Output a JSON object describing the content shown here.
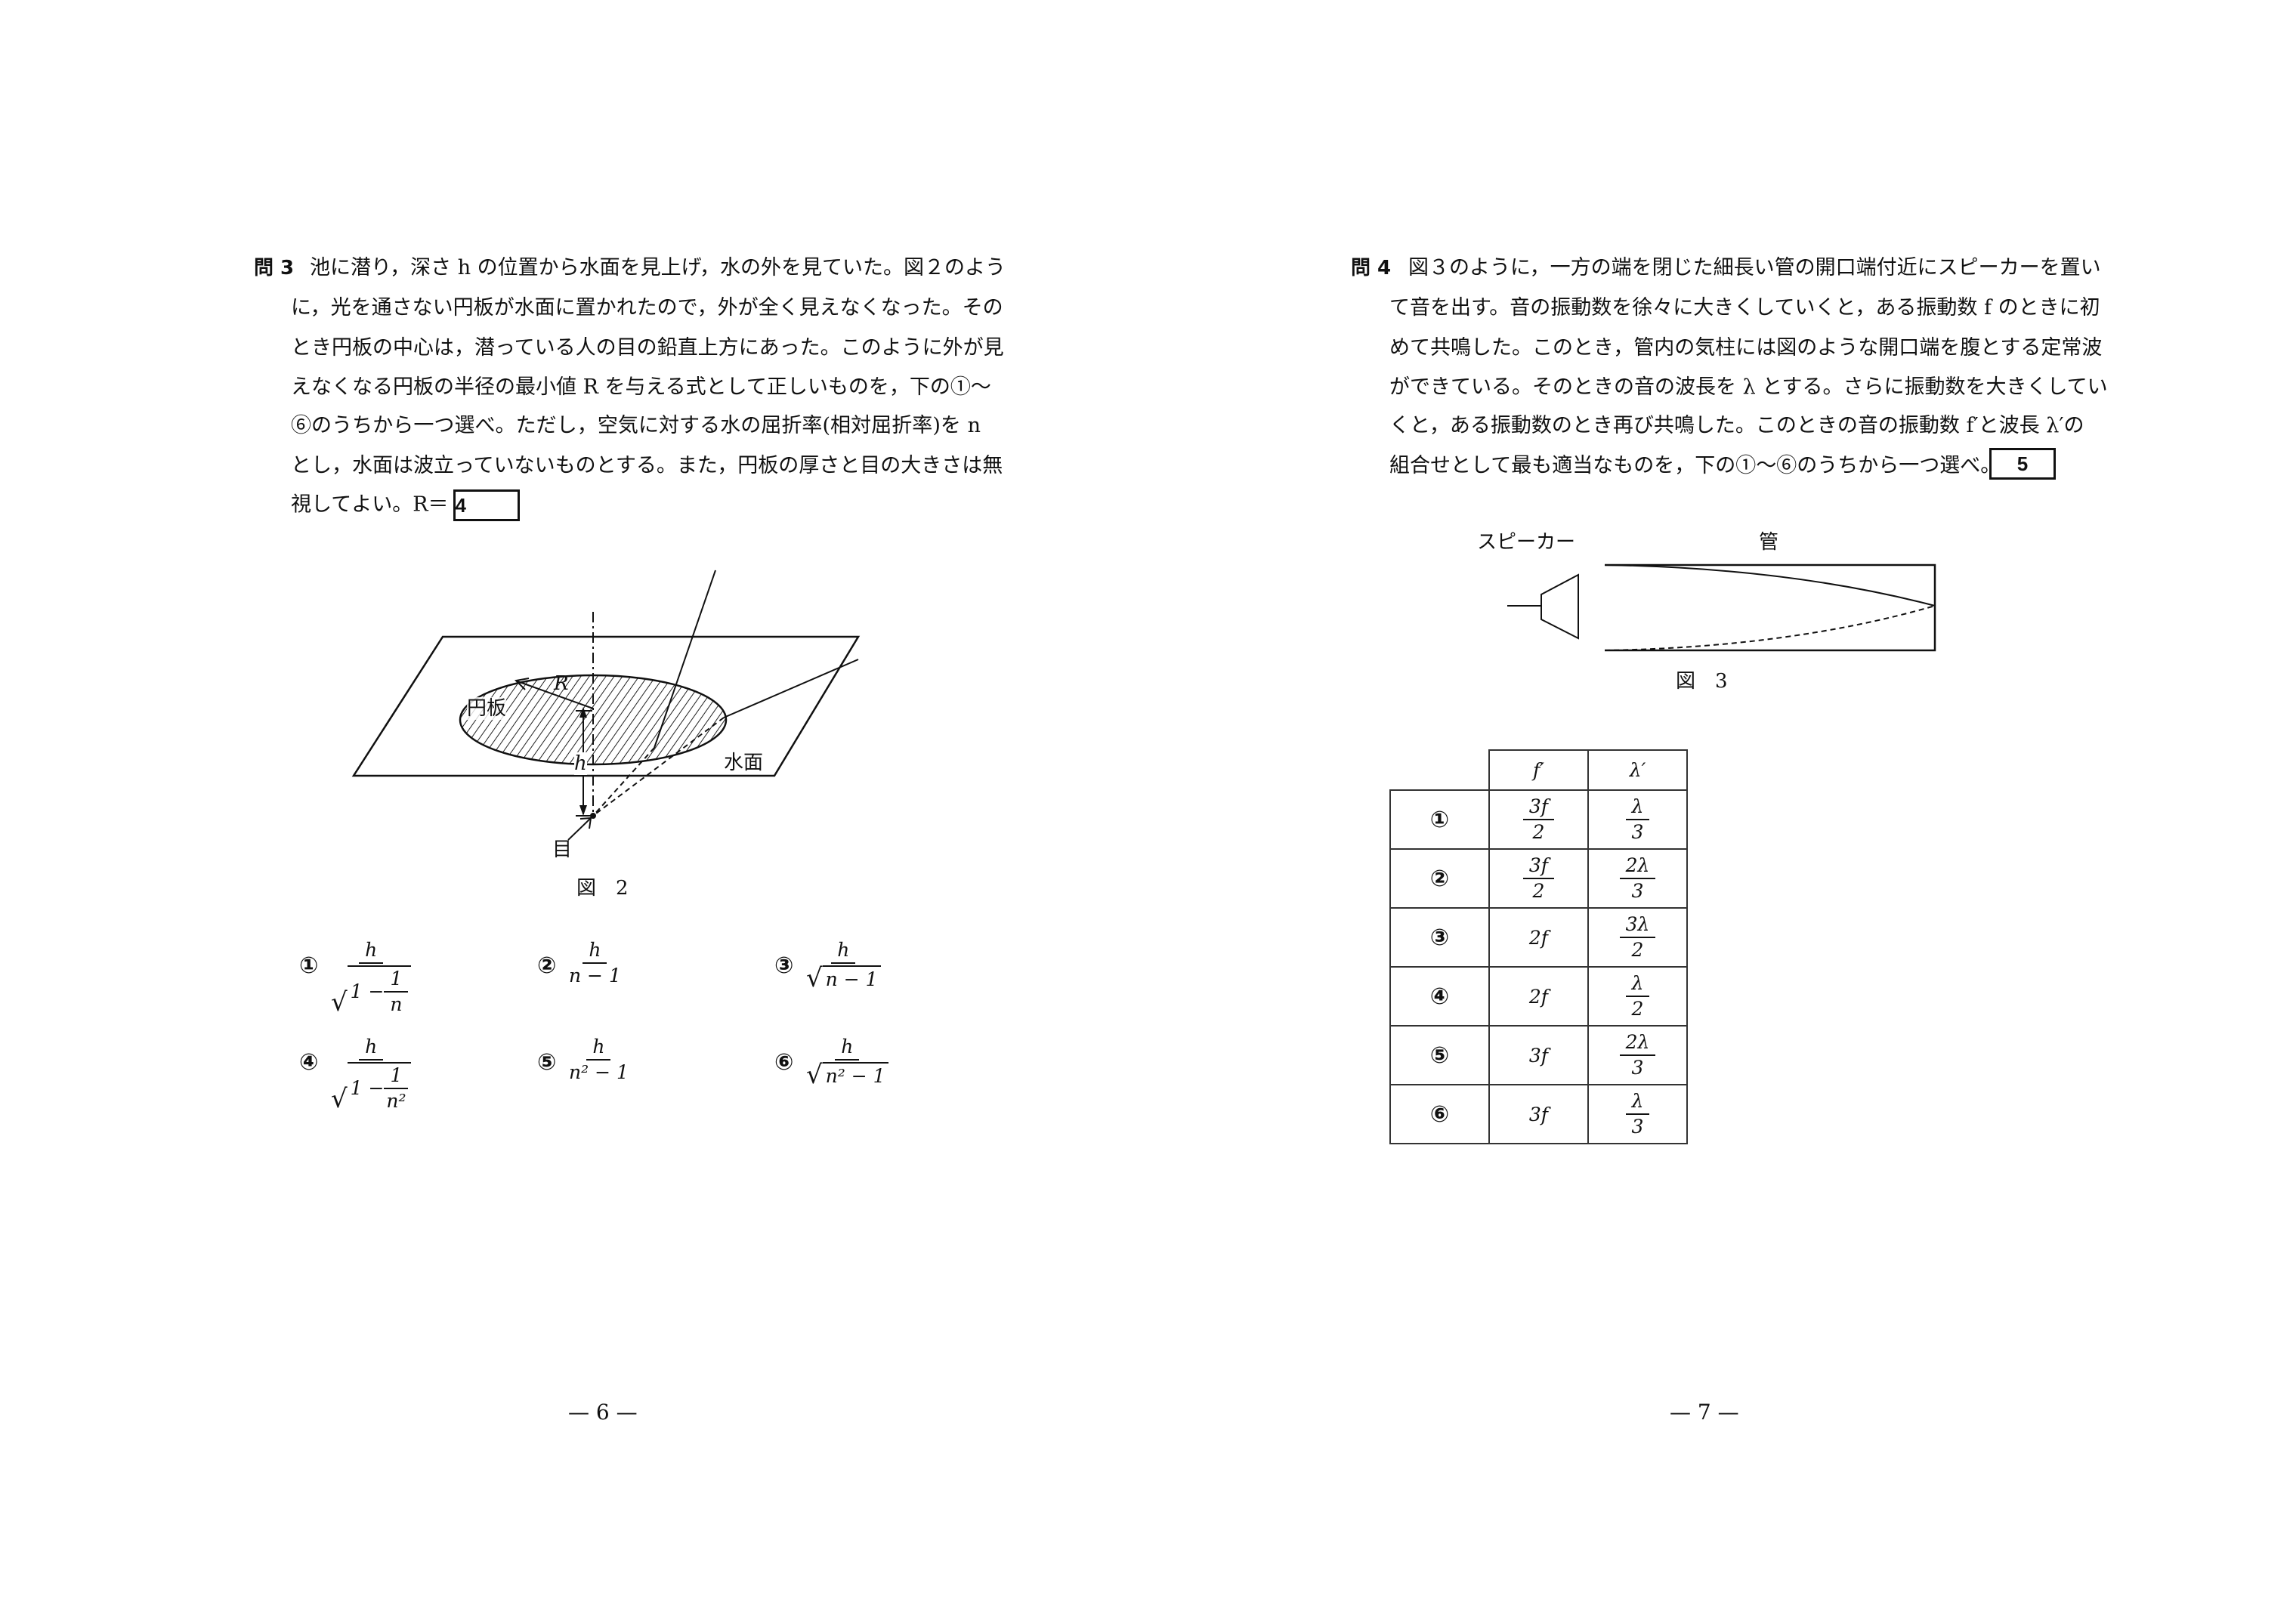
{
  "q3": {
    "label": "問 3",
    "lines": [
      "池に潜り，深さ h の位置から水面を見上げ，水の外を見ていた。図２のよう",
      "に，光を通さない円板が水面に置かれたので，外が全く見えなくなった。その",
      "とき円板の中心は，潜っている人の目の鉛直上方にあった。このように外が見",
      "えなくなる円板の半径の最小値 R を与える式として正しいものを，下の①～",
      "⑥のうちから一つ選べ。ただし，空気に対する水の屈折率(相対屈折率)を n",
      "とし，水面は波立っていないものとする。また，円板の厚さと目の大きさは無"
    ],
    "last_line": "視してよい。R＝",
    "answer_box": "4",
    "figure": {
      "caption": "図　2",
      "disk": "円板",
      "surface": "水面",
      "eye": "目",
      "radius": "R",
      "depth": "h"
    },
    "choices": [
      {
        "mark": "①",
        "num": "h",
        "den_type": "sqrt",
        "den": [
          "1 − ",
          "1",
          "n"
        ]
      },
      {
        "mark": "②",
        "num": "h",
        "den_type": "plain",
        "den": "n − 1"
      },
      {
        "mark": "③",
        "num": "h",
        "den_type": "sqrtplain",
        "den": "n − 1"
      },
      {
        "mark": "④",
        "num": "h",
        "den_type": "sqrt",
        "den": [
          "1 − ",
          "1",
          "n²"
        ]
      },
      {
        "mark": "⑤",
        "num": "h",
        "den_type": "plain",
        "den": "n² − 1"
      },
      {
        "mark": "⑥",
        "num": "h",
        "den_type": "sqrtplain",
        "den": "n² − 1"
      }
    ]
  },
  "q4": {
    "label": "問 4",
    "lines": [
      "図３のように，一方の端を閉じた細長い管の開口端付近にスピーカーを置い",
      "て音を出す。音の振動数を徐々に大きくしていくと，ある振動数 f のときに初",
      "めて共鳴した。このとき，管内の気柱には図のような開口端を腹とする定常波",
      "ができている。そのときの音の波長を λ とする。さらに振動数を大きくしてい",
      "くと，ある振動数のとき再び共鳴した。このときの音の振動数 f′と波長 λ′の"
    ],
    "last_line": "組合せとして最も適当なものを，下の①～⑥のうちから一つ選べ。",
    "answer_box": "5",
    "figure": {
      "caption": "図　3",
      "speaker": "スピーカー",
      "tube": "管"
    },
    "table": {
      "headers": [
        "f′",
        "λ′"
      ],
      "rows": [
        {
          "mark": "①",
          "f": {
            "num": "3f",
            "den": "2"
          },
          "l": {
            "num": "λ",
            "den": "3"
          }
        },
        {
          "mark": "②",
          "f": {
            "num": "3f",
            "den": "2"
          },
          "l": {
            "num": "2λ",
            "den": "3"
          }
        },
        {
          "mark": "③",
          "f": "2f",
          "l": {
            "num": "3λ",
            "den": "2"
          }
        },
        {
          "mark": "④",
          "f": "2f",
          "l": {
            "num": "λ",
            "den": "2"
          }
        },
        {
          "mark": "⑤",
          "f": "3f",
          "l": {
            "num": "2λ",
            "den": "3"
          }
        },
        {
          "mark": "⑥",
          "f": "3f",
          "l": {
            "num": "λ",
            "den": "3"
          }
        }
      ]
    }
  },
  "page_numbers": {
    "left": "— 6 —",
    "right": "— 7 —"
  }
}
